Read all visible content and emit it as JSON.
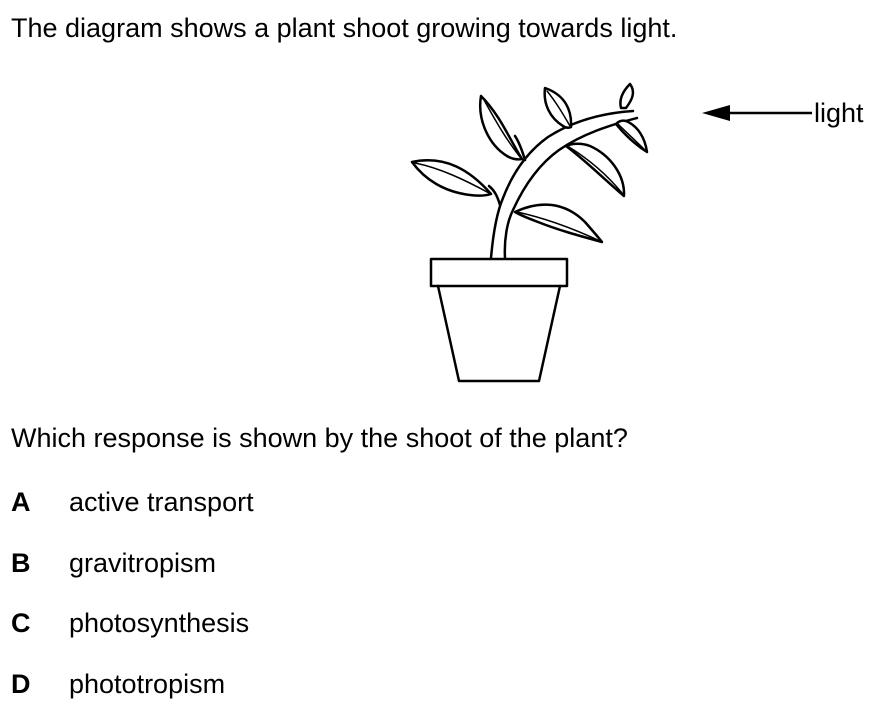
{
  "question": {
    "stem": "The diagram shows a plant shoot growing towards light.",
    "diagram": {
      "label": "light",
      "icons": [
        "plant-in-pot-icon",
        "arrow-left-icon"
      ]
    },
    "prompt": "Which response is shown by the shoot of the plant?",
    "options": [
      {
        "letter": "A",
        "text": "active transport"
      },
      {
        "letter": "B",
        "text": "gravitropism"
      },
      {
        "letter": "C",
        "text": "photosynthesis"
      },
      {
        "letter": "D",
        "text": "phototropism"
      }
    ]
  }
}
